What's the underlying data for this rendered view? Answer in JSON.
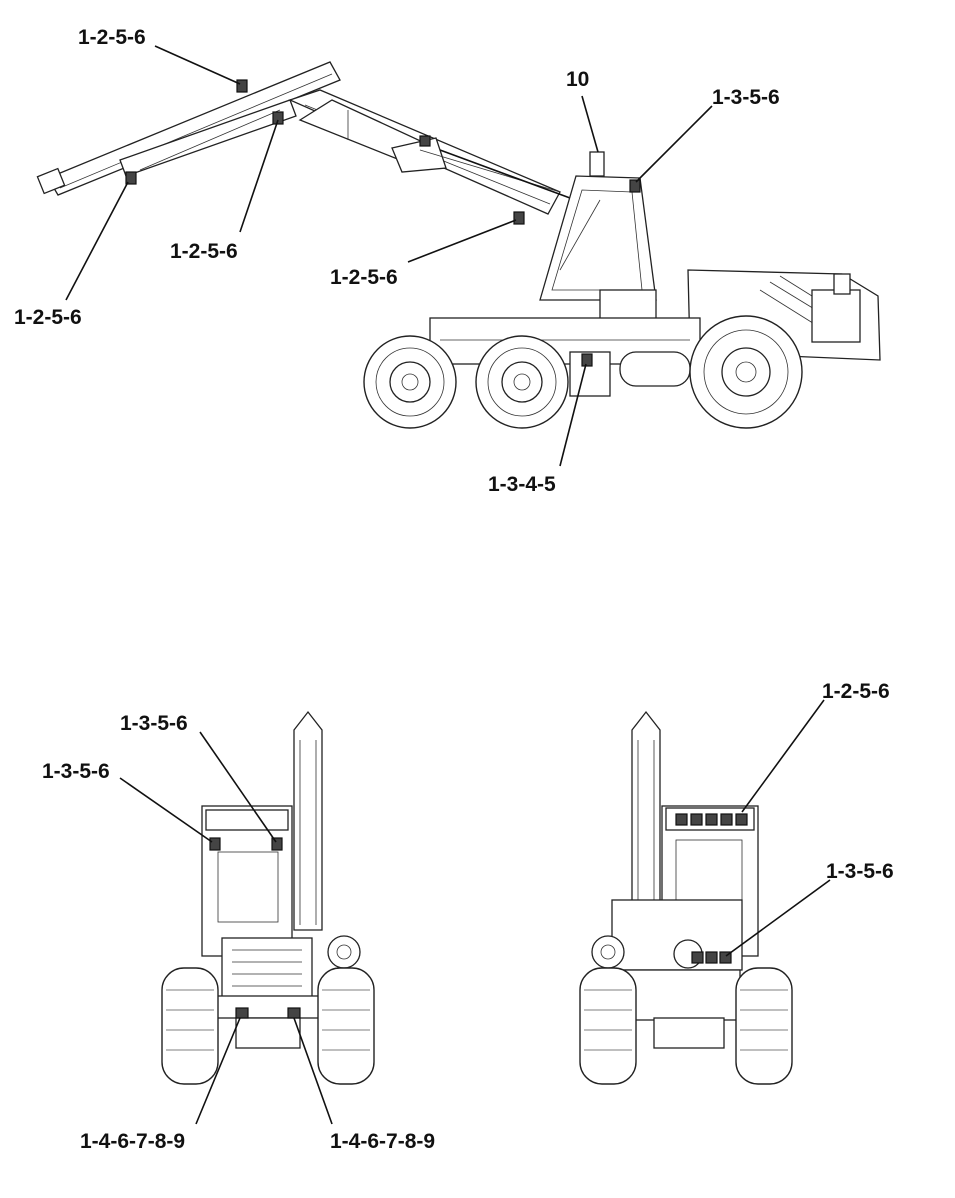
{
  "diagram": {
    "callouts": {
      "boom_tip": "1-2-5-6",
      "boom_mid": "1-2-5-6",
      "boom_left": "1-2-5-6",
      "boom_base": "1-2-5-6",
      "beacon": "10",
      "cab_roof_side": "1-3-5-6",
      "chassis_mid": "1-3-4-5",
      "front_cab_left": "1-3-5-6",
      "front_cab_right": "1-3-5-6",
      "front_bumper_left": "1-4-6-7-8-9",
      "front_bumper_right": "1-4-6-7-8-9",
      "rear_roof": "1-2-5-6",
      "rear_lower": "1-3-5-6"
    }
  }
}
